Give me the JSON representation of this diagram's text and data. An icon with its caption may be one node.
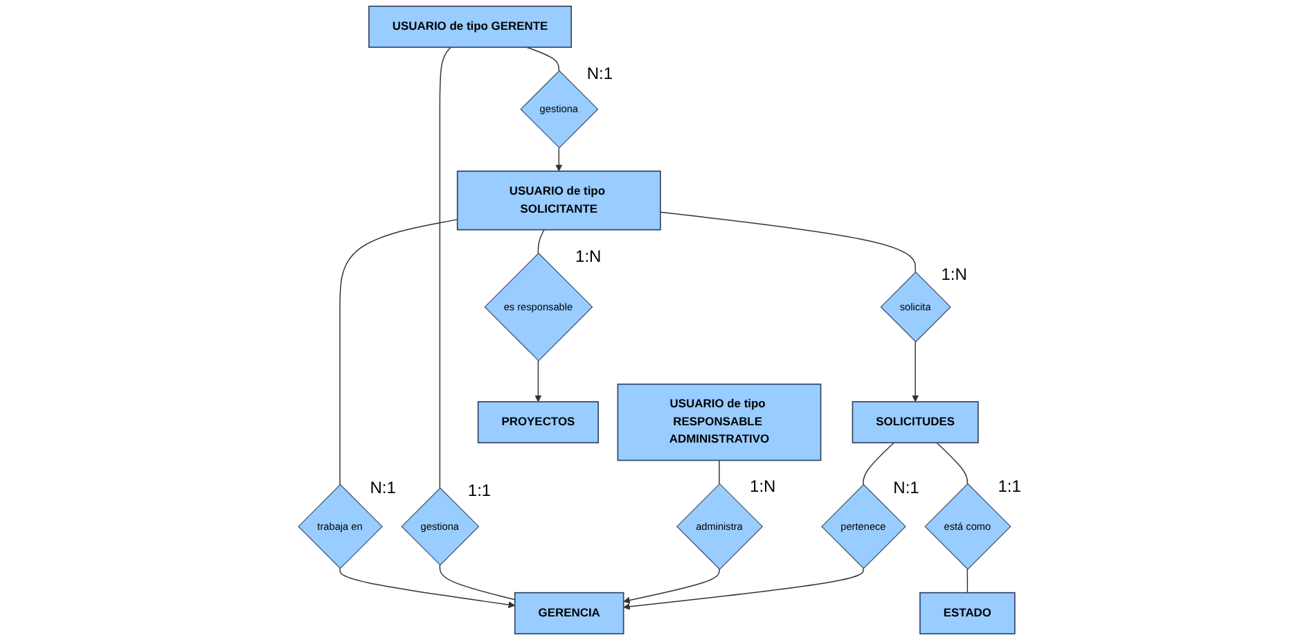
{
  "diagram": {
    "nodes": [
      {
        "text": [
          "USUARIO de tipo SOLICITANTE"
        ]
      },
      {
        "text": [
          "USUARIO de tipo GERENTE"
        ]
      },
      {
        "text": [
          "USUARIO de tipo RESPONSABLE ADMINISTRATIVO"
        ]
      },
      {
        "text": [
          "gestiona"
        ],
        "beside": [
          "N:1"
        ]
      },
      {
        "text": [
          "solicita"
        ],
        "beside": [
          "1:N"
        ]
      },
      {
        "text": [
          "trabaja en"
        ],
        "beside": [
          "N:1"
        ]
      },
      {
        "text": [
          "gestiona"
        ],
        "beside": [
          "1:1"
        ]
      },
      {
        "text": [
          "administra"
        ],
        "beside": [
          "1:N"
        ]
      },
      {
        "text": [
          "es responsable"
        ],
        "beside": [
          "1:N"
        ]
      },
      {
        "text": [
          "SOLICITUDES"
        ]
      },
      {
        "text": [
          "pertenece"
        ],
        "beside": [
          "N:1"
        ]
      },
      {
        "text": [
          "GERENCIA"
        ]
      },
      {
        "text": [
          "PROYECTOS"
        ]
      },
      {
        "text": [
          "está como"
        ],
        "beside": [
          "1:1"
        ]
      },
      {
        "text": [
          "ESTADO"
        ]
      }
    ],
    "edges": [
      {
        "from": 1,
        "to": 3,
        "arrow": "none"
      },
      {
        "from": 3,
        "to": 0,
        "arrow": "to"
      },
      {
        "from": 0,
        "to": 4,
        "arrow": "none"
      },
      {
        "from": 4,
        "to": 9,
        "arrow": "to"
      },
      {
        "from": 0,
        "to": 5,
        "arrow": "none"
      },
      {
        "from": 5,
        "to": 11,
        "arrow": "to"
      },
      {
        "from": 1,
        "to": 6,
        "arrow": "none"
      },
      {
        "from": 6,
        "to": 11,
        "arrow": "none"
      },
      {
        "from": 2,
        "to": 7,
        "arrow": "none"
      },
      {
        "from": 7,
        "to": 11,
        "arrow": "to"
      },
      {
        "from": 0,
        "to": 8,
        "arrow": "none"
      },
      {
        "from": 8,
        "to": 12,
        "arrow": "to"
      },
      {
        "from": 9,
        "to": 10,
        "arrow": "none"
      },
      {
        "from": 10,
        "to": 11,
        "arrow": "to"
      },
      {
        "from": 9,
        "to": 13,
        "arrow": "none"
      },
      {
        "from": 13,
        "to": 14,
        "arrow": "none"
      }
    ]
  }
}
